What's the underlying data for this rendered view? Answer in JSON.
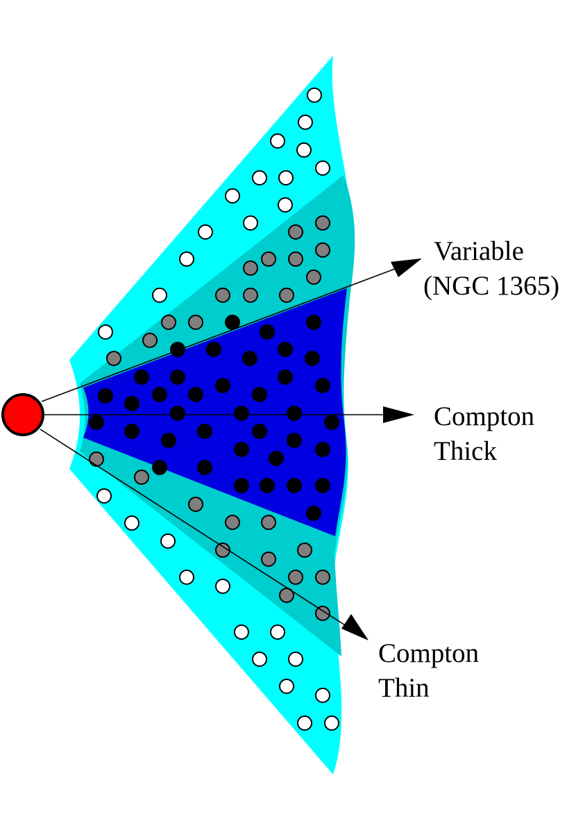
{
  "diagram": {
    "colors": {
      "outer_region": "#00ffff",
      "middle_region": "#00cdcd",
      "core_region": "#0000e0",
      "source": "#ff0000",
      "cloud_thin": "#ffffff",
      "cloud_intermediate": "#7f7f7f",
      "cloud_thick": "#000000",
      "arrow": "#000000"
    },
    "labels": {
      "variable_line1": "Variable",
      "variable_line2": "(NGC 1365)",
      "thick_line1": "Compton",
      "thick_line2": "Thick",
      "thin_line1": "Compton",
      "thin_line2": "Thin"
    }
  }
}
